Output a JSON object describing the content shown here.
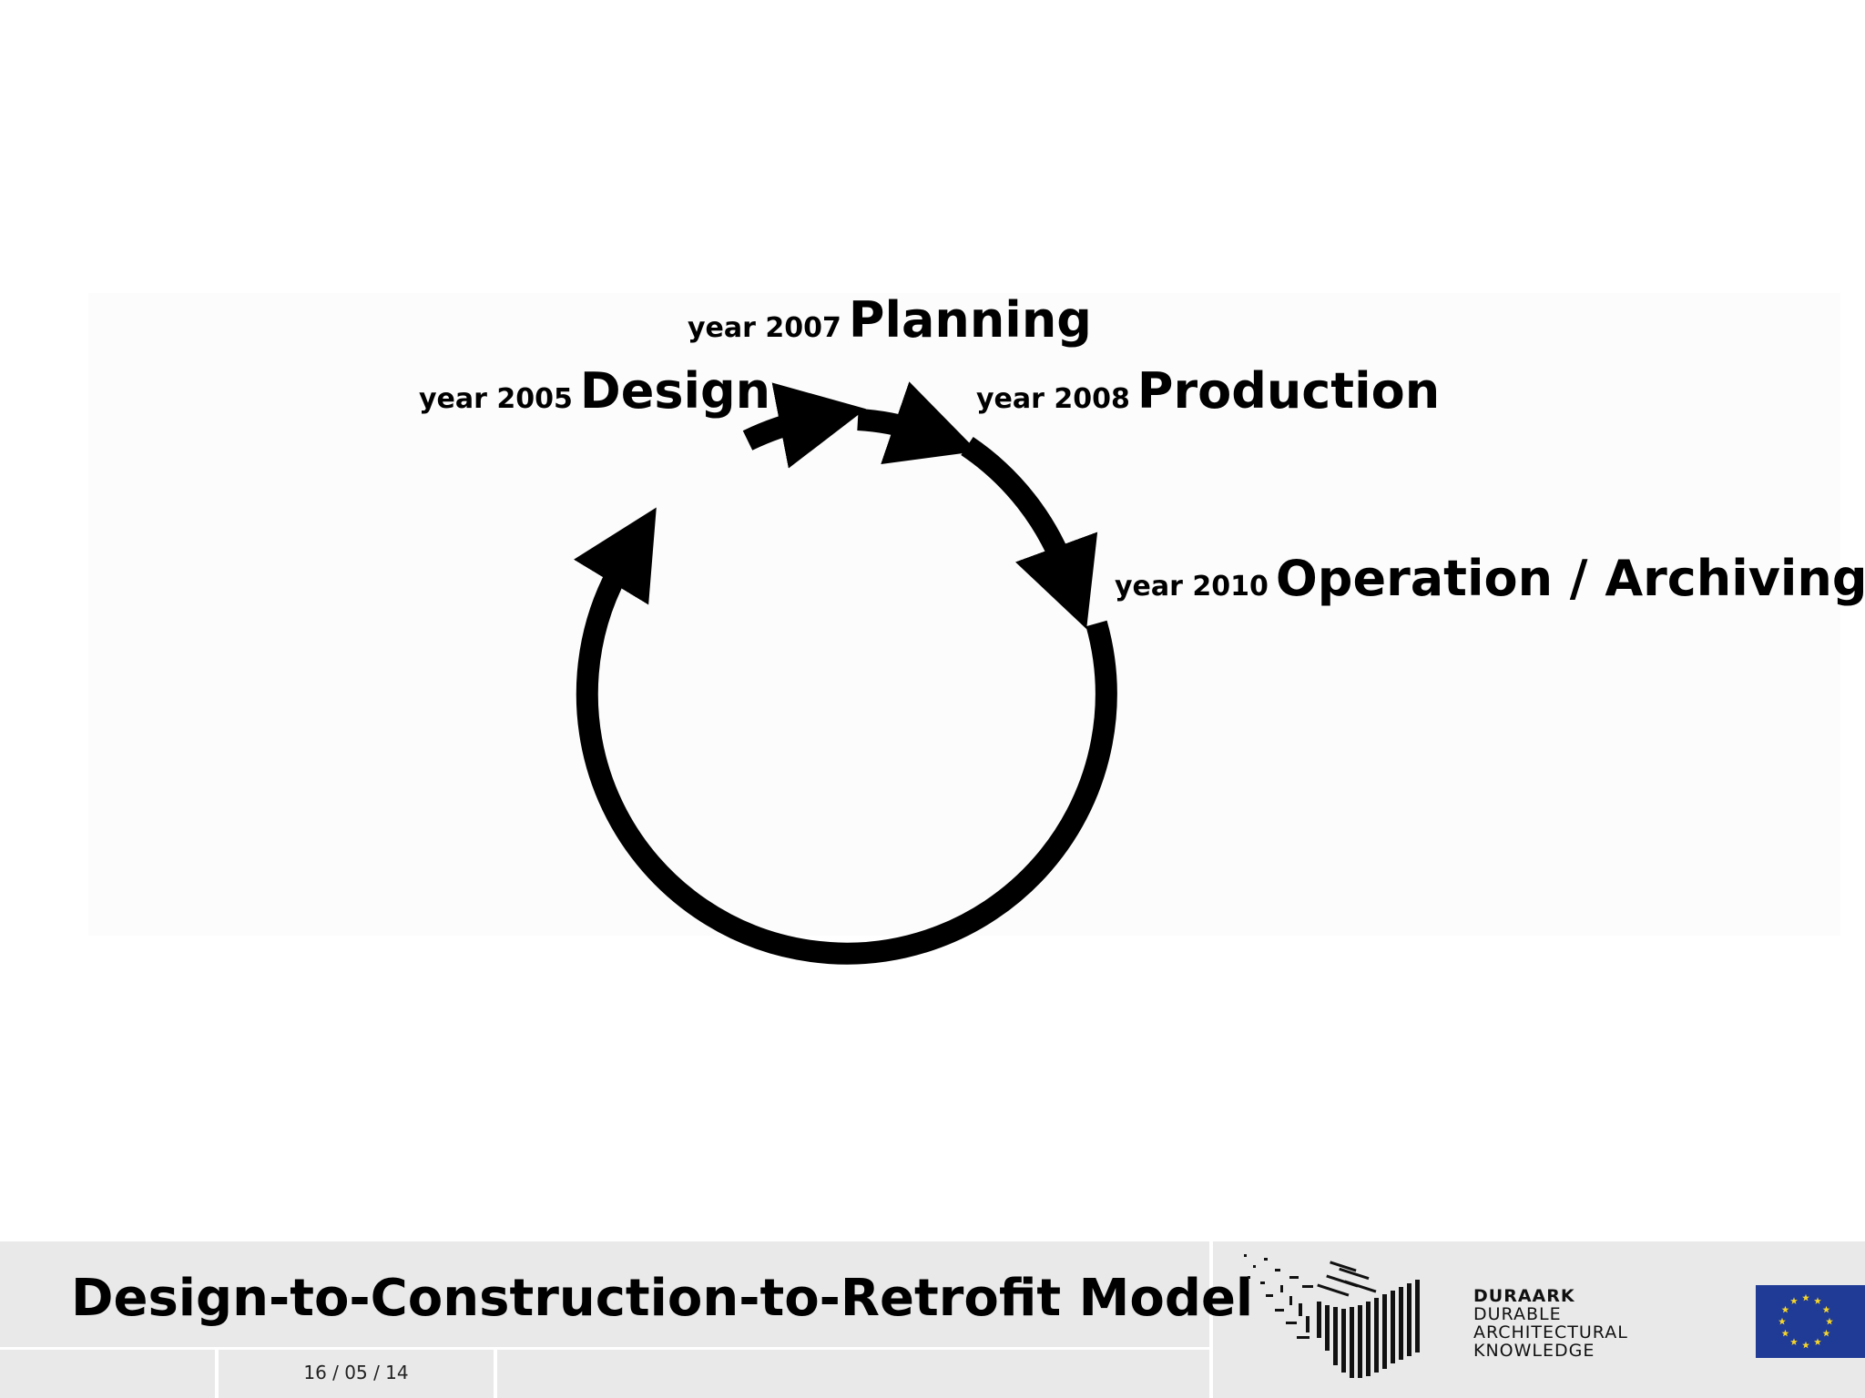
{
  "diagram": {
    "stages": [
      {
        "id": "design",
        "year": "year 2005",
        "name": "Design"
      },
      {
        "id": "planning",
        "year": "year 2007",
        "name": "Planning"
      },
      {
        "id": "production",
        "year": "year 2008",
        "name": "Production"
      },
      {
        "id": "operation",
        "year": "year 2010",
        "name": "Operation / Archiving"
      }
    ]
  },
  "footer": {
    "title": "Design-to-Construction-to-Retrofit Model",
    "date": "16 / 05 / 14",
    "logo": {
      "brand": "DURAARK",
      "line1": "DURABLE",
      "line2": "ARCHITECTURAL",
      "line3": "KNOWLEDGE"
    }
  },
  "colors": {
    "arrow": "#000000",
    "footer_bg": "#e9e9e9",
    "eu_blue": "#1f3b96",
    "eu_star": "#f6d52b"
  },
  "icons": [
    "cycle-arrow",
    "duraark-cube-logo",
    "eu-flag"
  ]
}
